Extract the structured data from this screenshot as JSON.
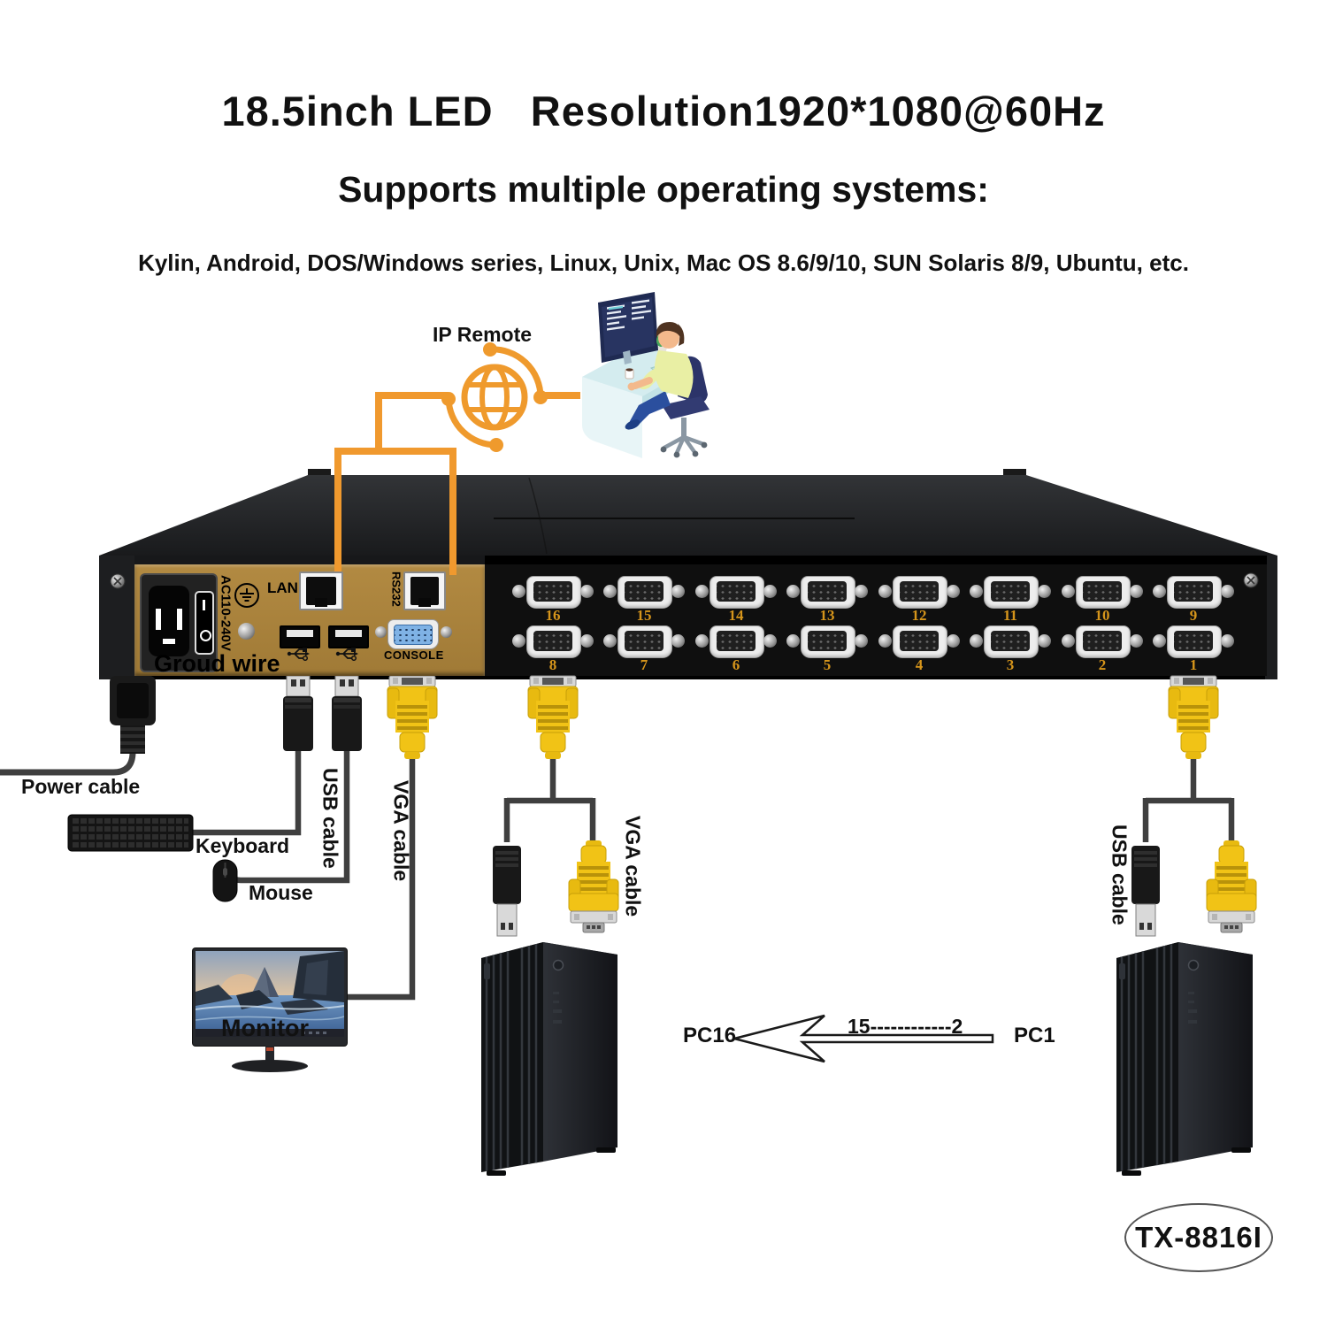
{
  "header": {
    "title": "18.5inch LED   Resolution1920*1080@60Hz",
    "subtitle": "Supports multiple operating systems:",
    "os_list": "Kylin, Android, DOS/Windows series, Linux, Unix, Mac OS 8.6/9/10, SUN Solaris 8/9, Ubuntu, etc."
  },
  "remote": {
    "label": "IP Remote"
  },
  "device": {
    "labels": {
      "lan": "LAN",
      "rs232": "RS232",
      "console": "CONSOLE",
      "ac_power": "AC110-240V",
      "ground": "Groud wire"
    },
    "ports_top": [
      "16",
      "15",
      "14",
      "13",
      "12",
      "11",
      "10",
      "9"
    ],
    "ports_bottom": [
      "8",
      "7",
      "6",
      "5",
      "4",
      "3",
      "2",
      "1"
    ]
  },
  "peripherals": {
    "power_cable": "Power cable",
    "keyboard": "Keyboard",
    "mouse": "Mouse",
    "usb_cable_left": "USB cable",
    "vga_cable_console": "VGA cable",
    "vga_cable_pc": "VGA cable",
    "usb_cable_right": "USB cable",
    "monitor": "Monitor"
  },
  "pc_link": {
    "left": "PC16",
    "range": "15------------2",
    "right": "PC1"
  },
  "badge": {
    "model": "TX-8816I"
  },
  "colors": {
    "accent_orange": "#F0992E",
    "panel_gold": "#A8823D",
    "port_number_gold": "#D6951B",
    "vga_yellow": "#F1C316",
    "console_blue": "#7FB2E5",
    "pc_stripe_cyan": "#2FC3D6"
  }
}
